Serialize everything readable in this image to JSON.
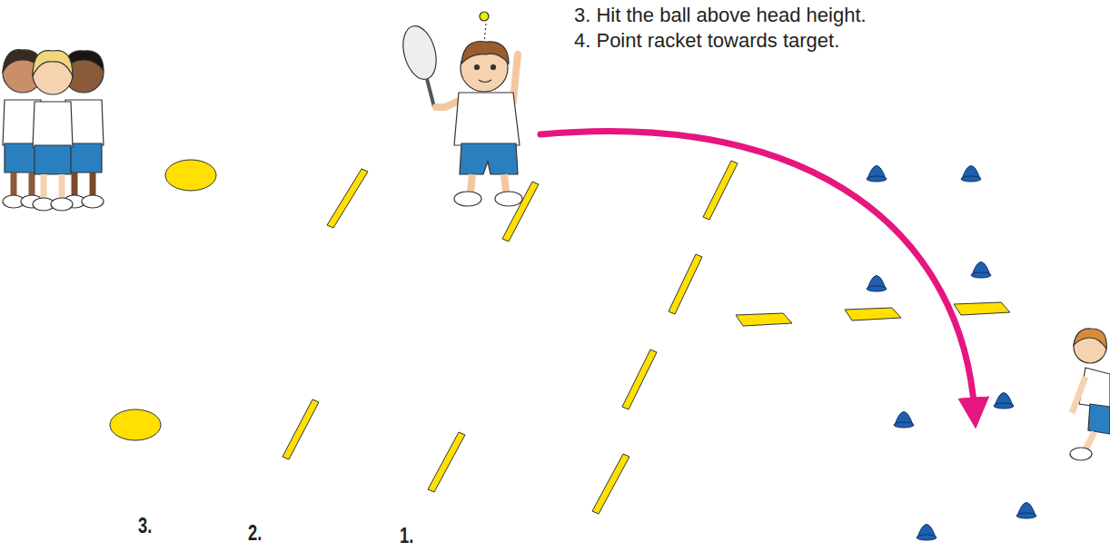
{
  "diagram": {
    "labels": [
      "3. Hit the ball above head height.",
      "4. Point racket towards target.",
      "3.",
      "2.",
      "1."
    ]
  }
}
